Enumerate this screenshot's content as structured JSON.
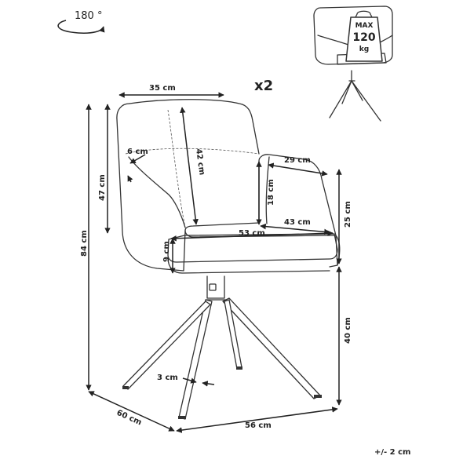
{
  "rotation": {
    "label": "180 °"
  },
  "quantity": {
    "label": "x2"
  },
  "capacity": {
    "line1": "MAX",
    "line2": "120",
    "line3": "kg"
  },
  "tolerance": {
    "label": "+/- 2 cm"
  },
  "dimensions": {
    "top_width": "35 cm",
    "backrest_height": "42 cm",
    "armrest_width": "6 cm",
    "upper_height": "47 cm",
    "armrest_depth": "29 cm",
    "armrest_height": "18 cm",
    "seat_depth": "43 cm",
    "seat_width": "53 cm",
    "cushion_thickness": "9 cm",
    "total_height": "84 cm",
    "arm_to_seat": "25 cm",
    "seat_height": "40 cm",
    "leg_width": "3 cm",
    "depth": "60 cm",
    "width": "56 cm"
  }
}
